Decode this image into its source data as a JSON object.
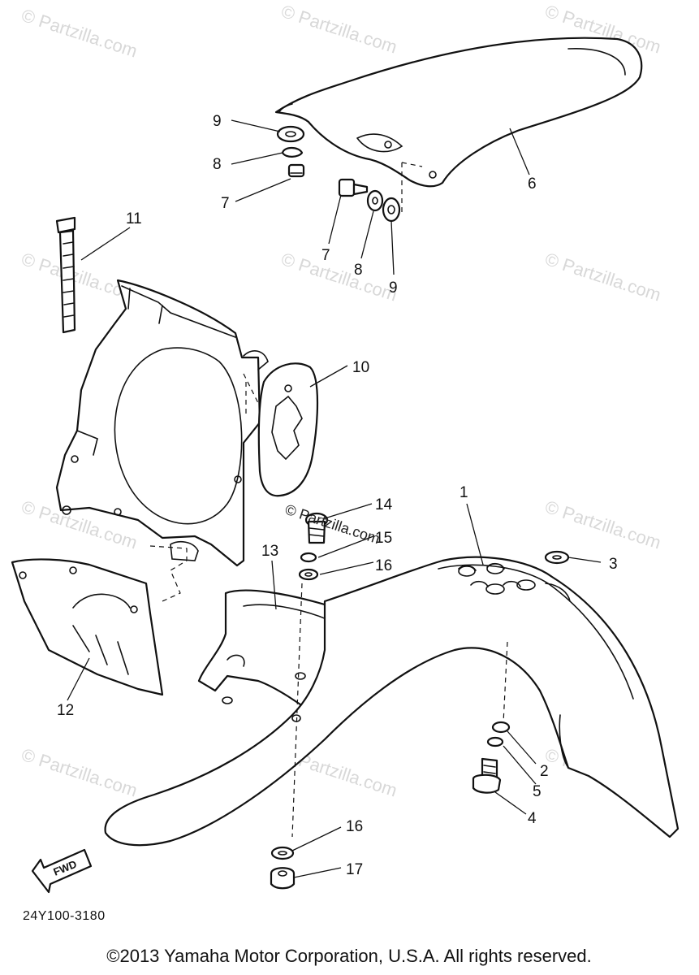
{
  "watermark": {
    "symbol": "©",
    "text": "Partzilla.com"
  },
  "callouts": [
    {
      "id": "callout-9-top",
      "label": "9"
    },
    {
      "id": "callout-8-top",
      "label": "8"
    },
    {
      "id": "callout-7-top",
      "label": "7"
    },
    {
      "id": "callout-6",
      "label": "6"
    },
    {
      "id": "callout-7-bottom",
      "label": "7"
    },
    {
      "id": "callout-8-bottom",
      "label": "8"
    },
    {
      "id": "callout-9-bottom",
      "label": "9"
    },
    {
      "id": "callout-11",
      "label": "11"
    },
    {
      "id": "callout-10",
      "label": "10"
    },
    {
      "id": "callout-14",
      "label": "14"
    },
    {
      "id": "callout-15",
      "label": "15"
    },
    {
      "id": "callout-16-top",
      "label": "16"
    },
    {
      "id": "callout-1",
      "label": "1"
    },
    {
      "id": "callout-3",
      "label": "3"
    },
    {
      "id": "callout-13",
      "label": "13"
    },
    {
      "id": "callout-12",
      "label": "12"
    },
    {
      "id": "callout-2",
      "label": "2"
    },
    {
      "id": "callout-5",
      "label": "5"
    },
    {
      "id": "callout-4",
      "label": "4"
    },
    {
      "id": "callout-16-bottom",
      "label": "16"
    },
    {
      "id": "callout-17",
      "label": "17"
    }
  ],
  "center_stamp": "© Partzilla.com",
  "direction_arrow": "FWD",
  "diagram_code": "24Y100-3180",
  "copyright": "©2013 Yamaha Motor Corporation, U.S.A. All rights reserved."
}
